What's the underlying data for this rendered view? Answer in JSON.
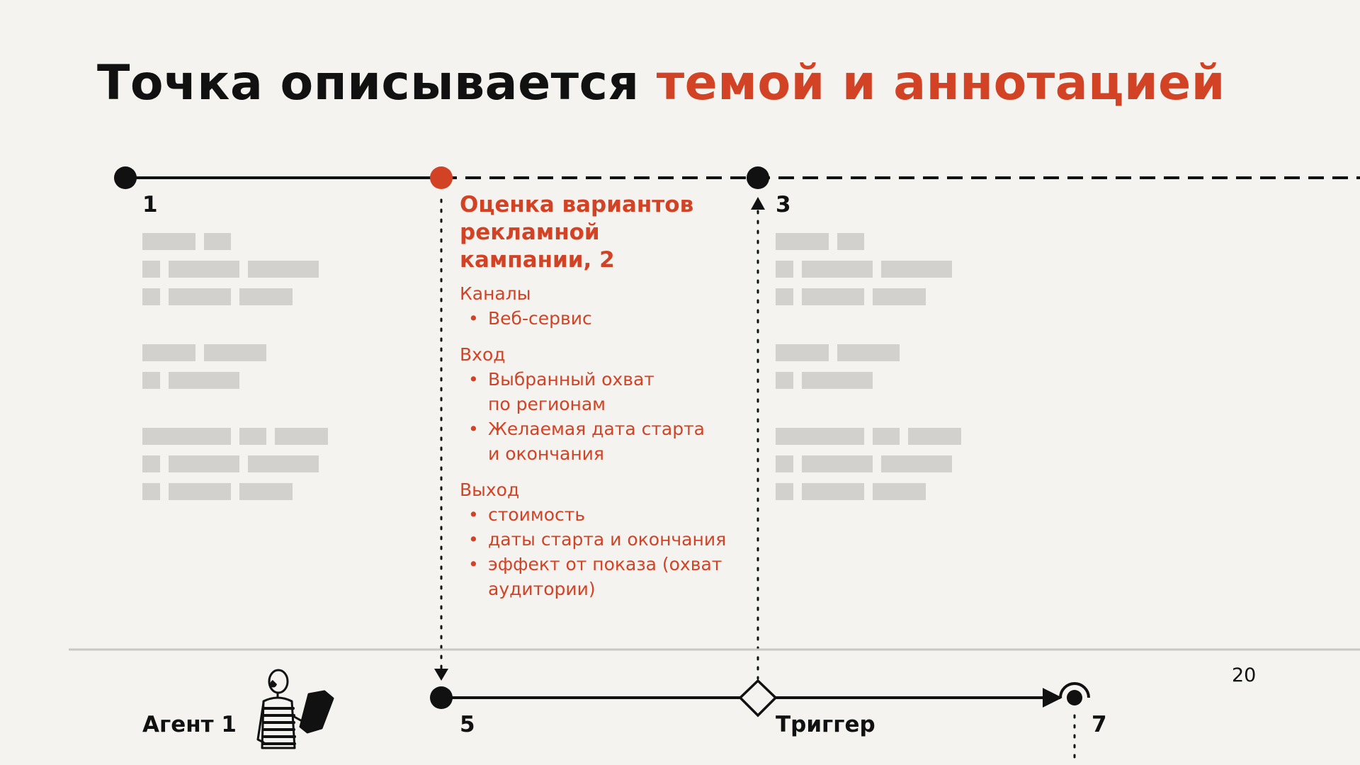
{
  "title": {
    "plain": "Точка описывается ",
    "accent": "темой и аннотацией"
  },
  "colors": {
    "accent": "#d24326",
    "ink": "#111111",
    "placeholder": "#d2d1cd",
    "background": "#f4f3ef",
    "divider": "#c9c8c4"
  },
  "stages": {
    "s1": "1",
    "s3": "3",
    "s5": "5",
    "s7": "7"
  },
  "annotation": {
    "title_lines": [
      "Оценка вариантов",
      "рекламной",
      "кампании, 2"
    ],
    "bullet_char": "•",
    "sections": [
      {
        "label": "Каналы",
        "items": [
          [
            "Веб-сервис"
          ]
        ]
      },
      {
        "label": "Вход",
        "items": [
          [
            "Выбранный охват",
            "по регионам"
          ],
          [
            "Желаемая дата старта",
            "и окончания"
          ]
        ]
      },
      {
        "label": "Выход",
        "items": [
          [
            "стоимость"
          ],
          [
            "даты старта и окончания"
          ],
          [
            "эффект от показа (охват",
            "аудитории)"
          ]
        ]
      }
    ]
  },
  "lane": {
    "agent_label": "Агент 1",
    "trigger_label": "Триггер",
    "agent_icon": "agent-with-tablet-icon"
  },
  "page_number": "20"
}
